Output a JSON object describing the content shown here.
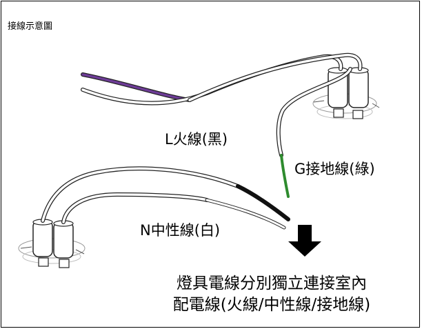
{
  "title": "接線示意圖",
  "labels": {
    "live": "L火線(黑)",
    "ground": "G接地線(綠)",
    "neutral": "N中性線(白)"
  },
  "caption": {
    "line1": "燈具電線分別獨立連接室內",
    "line2": "配電線(火線/中性線/接地線)"
  },
  "colors": {
    "purple_wire": "#6d3c96",
    "gray_wire": "#8a8a8a",
    "black_wire": "#111111",
    "green_wire": "#2e8b2e",
    "outline": "#222222",
    "arrow": "#000000"
  }
}
